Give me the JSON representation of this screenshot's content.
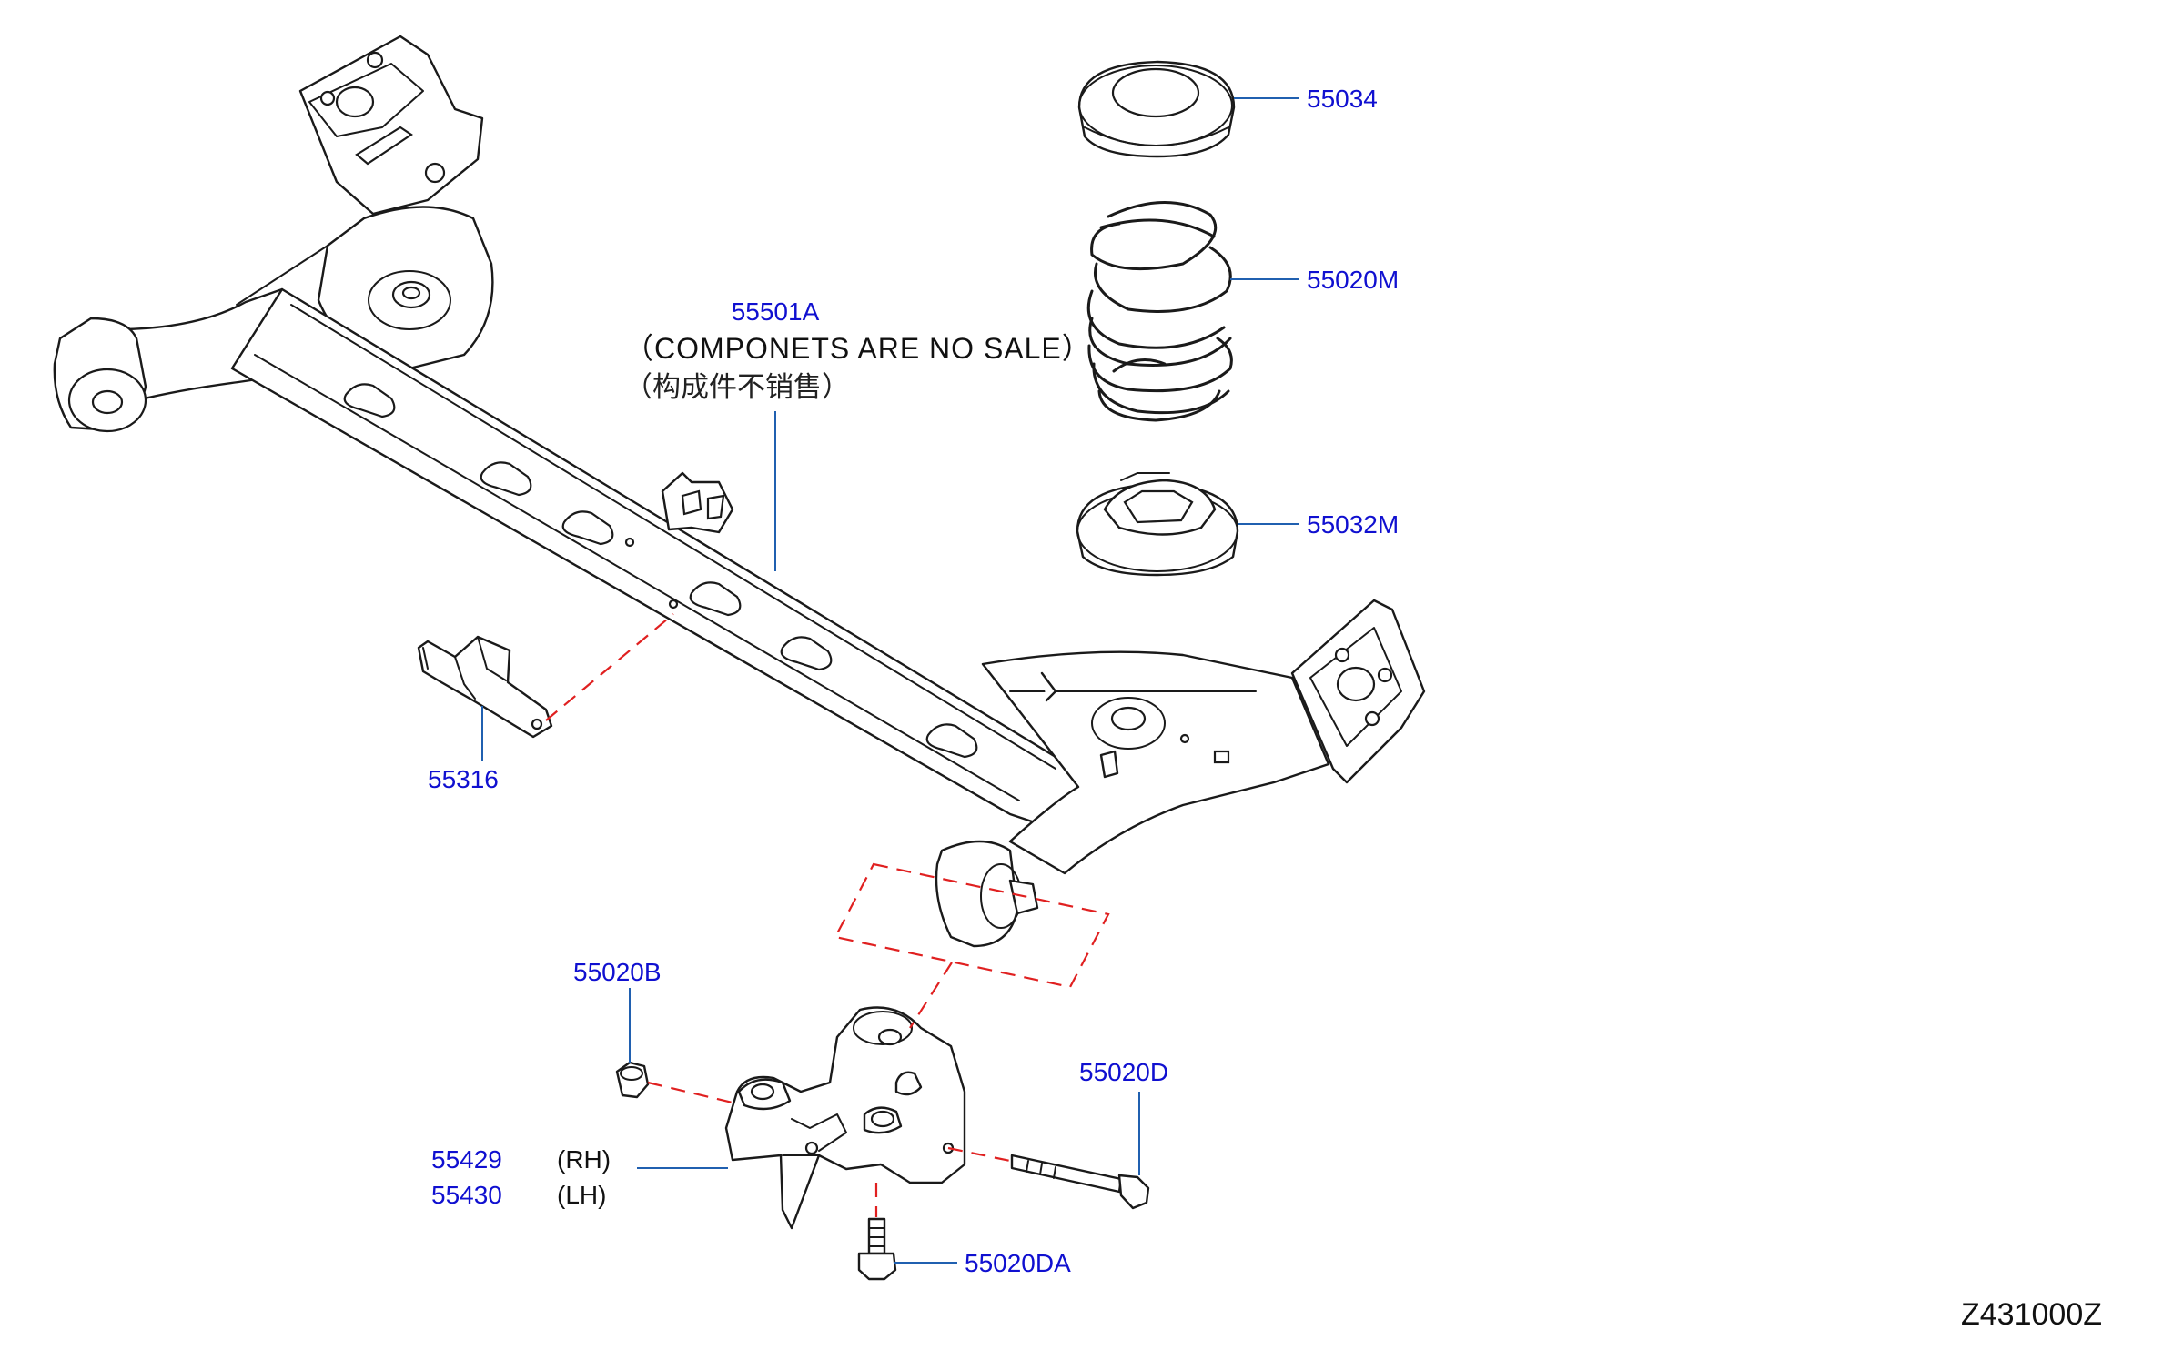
{
  "diagram": {
    "assembly": {
      "part_number": "55501A",
      "note": "（COMPONETS  ARE  NO  SALE）",
      "note_cn": "（构成件不销售）"
    },
    "labels": [
      {
        "id": "55034",
        "text": "55034"
      },
      {
        "id": "55020M",
        "text": "55020M"
      },
      {
        "id": "55032M",
        "text": "55032M"
      },
      {
        "id": "55316",
        "text": "55316"
      },
      {
        "id": "55020B",
        "text": "55020B"
      },
      {
        "id": "55020D",
        "text": "55020D"
      },
      {
        "id": "55429",
        "text": "55429",
        "side": "(RH)"
      },
      {
        "id": "55430",
        "text": "55430",
        "side": "(LH)"
      },
      {
        "id": "55020DA",
        "text": "55020DA"
      }
    ],
    "drawing_code": "Z431000Z",
    "colors": {
      "part_number": "#1010d0",
      "leader_line": "#2060b0",
      "hidden_line": "#e02020",
      "outline": "#1a1a1a"
    }
  }
}
